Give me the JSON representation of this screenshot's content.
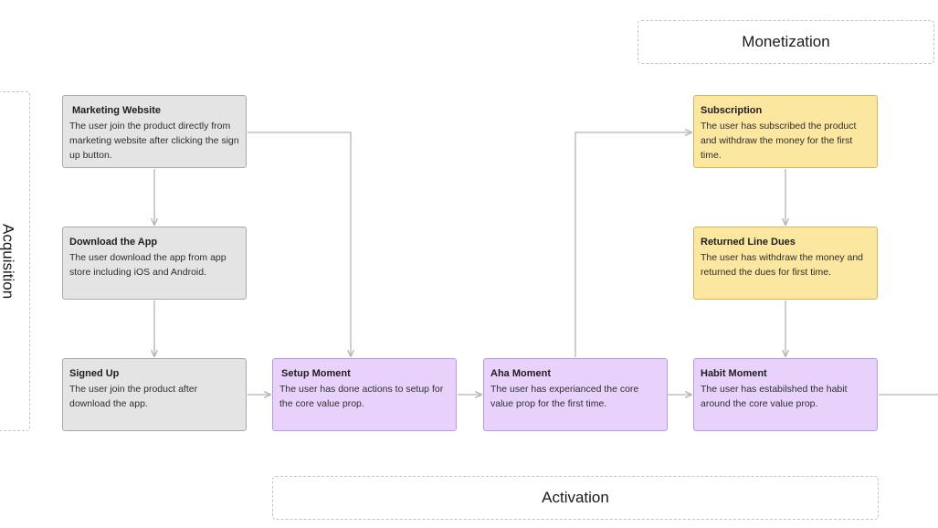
{
  "stages": {
    "monetization": "Monetization",
    "activation": "Activation",
    "acquisition": "Acquisition"
  },
  "nodes": {
    "marketing_website": {
      "title": "Marketing Website",
      "description": "The user join the product directly from marketing website after clicking the sign up button."
    },
    "download_app": {
      "title": "Download the App",
      "description": "The user download the app from app store including iOS and Android."
    },
    "signed_up": {
      "title": "Signed Up",
      "description": "The user join the product after download the app."
    },
    "setup_moment": {
      "title": "Setup Moment",
      "description": "The user has done actions to setup for the core value prop."
    },
    "aha_moment": {
      "title": "Aha Moment",
      "description": "The user has experianced the core value prop for the first time."
    },
    "habit_moment": {
      "title": "Habit Moment",
      "description": "The user has estabilshed the habit around the core value prop."
    },
    "subscription": {
      "title": "Subscription",
      "description": "The user has subscribed the product and withdraw the money for the first time."
    },
    "returned_line_dues": {
      "title": "Returned Line Dues",
      "description": "The user has withdraw the money and returned the dues for first time."
    }
  },
  "colors": {
    "acquisition_fill": "#e4e4e4",
    "activation_fill": "#e8d2fb",
    "monetization_fill": "#fbe7a0",
    "connector": "#b3b3b3"
  }
}
